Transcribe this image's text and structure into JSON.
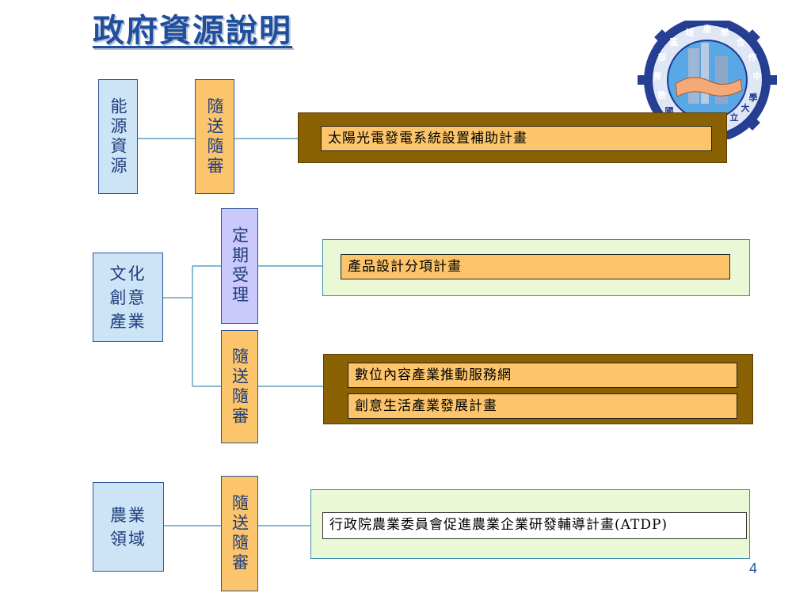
{
  "title": "政府資源說明",
  "logo": {
    "ring_text": [
      "教",
      "育",
      "部",
      "區",
      "域",
      "產",
      "學",
      "合",
      "作",
      "中",
      "心"
    ],
    "bottom_left": "國",
    "bottom_right": [
      "立",
      "大",
      "學"
    ],
    "colors": {
      "ring": "#1d3a8f",
      "gear": "#273f93",
      "sky": "#5aa7e6"
    }
  },
  "sections": {
    "energy": {
      "category": "能源資源",
      "review": "隨送隨審",
      "programs": [
        "太陽光電發電系統設置補助計畫"
      ]
    },
    "culture": {
      "category": "文化\n創意\n產業",
      "periodic": "定期受理",
      "periodic_programs": [
        "產品設計分項計畫"
      ],
      "review": "隨送隨審",
      "review_programs": [
        "數位內容產業推動服務網",
        "創意生活產業發展計畫"
      ]
    },
    "agriculture": {
      "category": "農業\n領域",
      "review": "隨送隨審",
      "programs": [
        "行政院農業委員會促進農業企業研發輔導計畫(ATDP)"
      ]
    }
  },
  "page_number": "4",
  "colors": {
    "title": "#1f4e9c",
    "category_fill": "#cde4f7",
    "review_fill": "#fcc56b",
    "periodic_fill": "#c9c9fb",
    "brown_panel": "#8a6103",
    "green_panel": "#eaf8d6",
    "connector": "#3f8fb3"
  }
}
